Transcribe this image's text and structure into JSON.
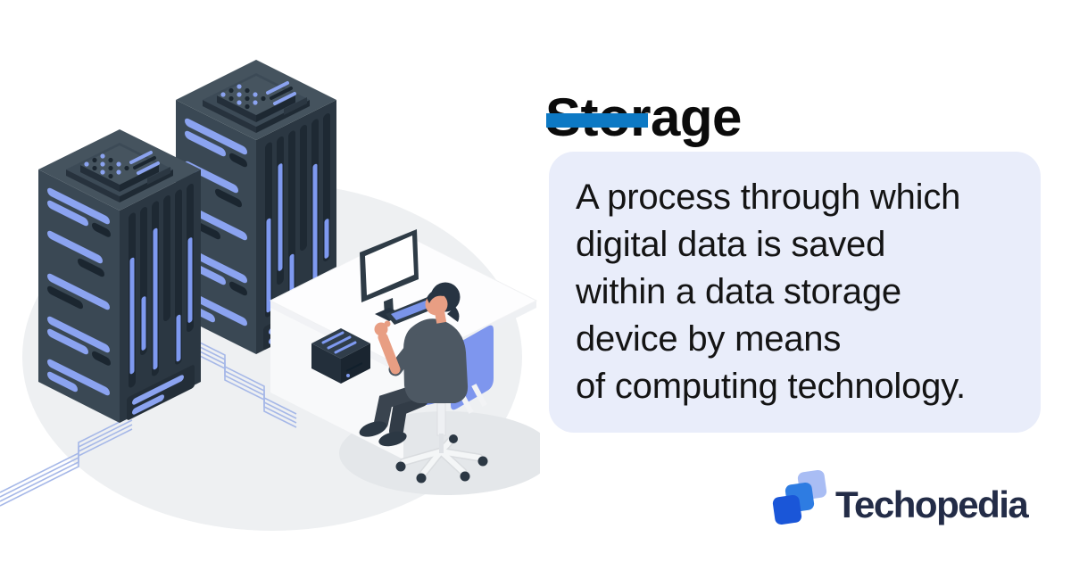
{
  "title": {
    "text": "Storage"
  },
  "accent": {
    "underline_color": "#0d79c4"
  },
  "definition_card": {
    "background": "#e9edfa",
    "lines": [
      "A process through which",
      "digital data is saved",
      "within a data storage",
      "device by means",
      "of computing technology."
    ]
  },
  "brand": {
    "name": "Techopedia",
    "wordmark_color": "#232c47",
    "logo_mark_colors": {
      "dark_blue": "#1a56d8",
      "medium_blue": "#2e7ce2",
      "light_blue": "#a9bdf4"
    }
  },
  "illustration": {
    "description": "Person working at a desk computer beside two isometric server racks on a gray floor ellipse, connected by circuit lines",
    "colors": {
      "floor": "#eef0f2",
      "floor_shadow": "#e4e7ea",
      "rack_front": "#3a4854",
      "rack_side": "#2b3742",
      "rack_top": "#45535e",
      "rack_slot": "#1e2933",
      "accent_blue": "#8ba3f0",
      "circuit_line": "#a6b8e8",
      "chair_blue": "#7e96ee",
      "skin": "#e89e83",
      "shirt": "#4d5863"
    }
  }
}
